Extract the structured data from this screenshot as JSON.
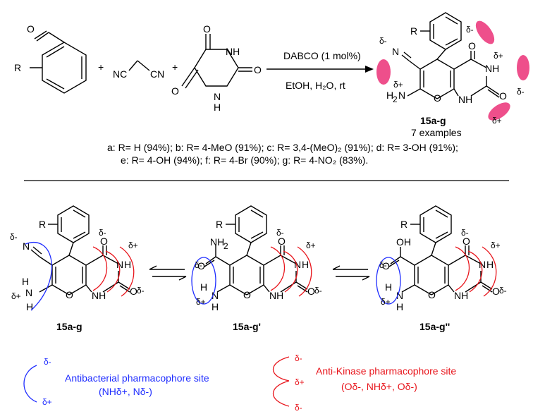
{
  "scheme": {
    "reagent_line1": "DABCO (1 mol%)",
    "reagent_line2": "EtOH, H₂O, rt",
    "product_label": "15a-g",
    "examples": "7 examples",
    "yields_line1": "a: R= H (94%); b: R= 4-MeO (91%); c: R= 3,4-(MeO)₂ (91%); d: R= 3-OH (91%);",
    "yields_line2": "e: R= 4-OH (94%); f: R= 4-Br (90%); g: R= 4-NO₂ (83%)."
  },
  "tautomers": [
    {
      "label": "15a-g"
    },
    {
      "label": "15a-g'"
    },
    {
      "label": "15a-g''"
    }
  ],
  "legend": {
    "antibacterial_title": "Antibacterial pharmacophore site",
    "antibacterial_sub": "(NHδ+, Nδ-)",
    "antikinase_title": "Anti-Kinase pharmacophore site",
    "antikinase_sub": "(Oδ-, NHδ+, Oδ-)"
  },
  "symbols": {
    "delta_minus": "δ-",
    "delta_plus": "δ+",
    "plus": "+"
  },
  "colors": {
    "antibacterial": "#1f2dff",
    "antikinase": "#e8141b",
    "blob": "#ee4f8b"
  }
}
